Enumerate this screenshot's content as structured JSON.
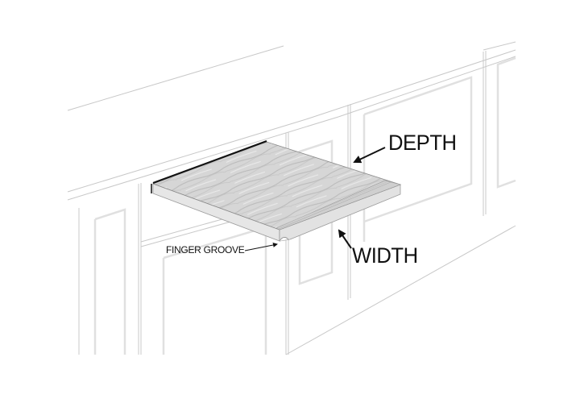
{
  "diagram": {
    "subject": "pull-out shelf in cabinet base",
    "labels": {
      "depth": "DEPTH",
      "width": "WIDTH",
      "finger_groove": "FINGER GROOVE"
    },
    "colors": {
      "background": "#ffffff",
      "cabinet_line": "#c8c8c8",
      "panel_line": "#e0e0e0",
      "shelf_top": "#d4d4d4",
      "shelf_edge": "#e4e4e4",
      "arrow": "#111111",
      "text": "#111111"
    }
  }
}
